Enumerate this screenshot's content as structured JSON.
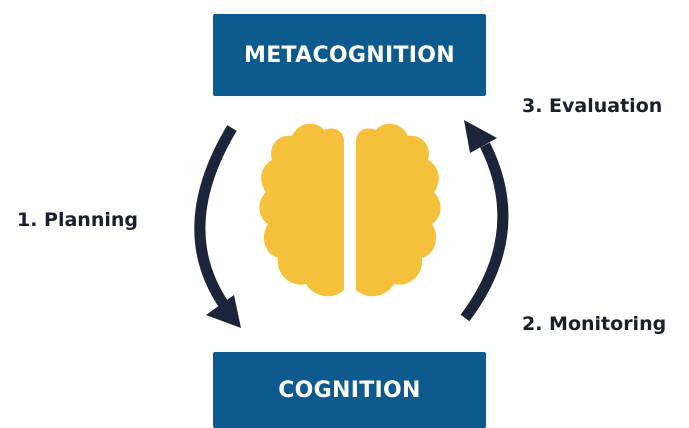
{
  "diagram": {
    "top_box": {
      "label": "METACOGNITION"
    },
    "bottom_box": {
      "label": "COGNITION"
    },
    "steps": [
      {
        "label": "1. Planning"
      },
      {
        "label": "2. Monitoring"
      },
      {
        "label": "3. Evaluation"
      }
    ],
    "center_icon": "brain-icon"
  },
  "colors": {
    "box_fill": "#0d5a8e",
    "box_text": "#ffffff",
    "arrow": "#1b2438",
    "brain": "#f5c03a",
    "label_text": "#1a1f2e",
    "background": "#ffffff"
  }
}
